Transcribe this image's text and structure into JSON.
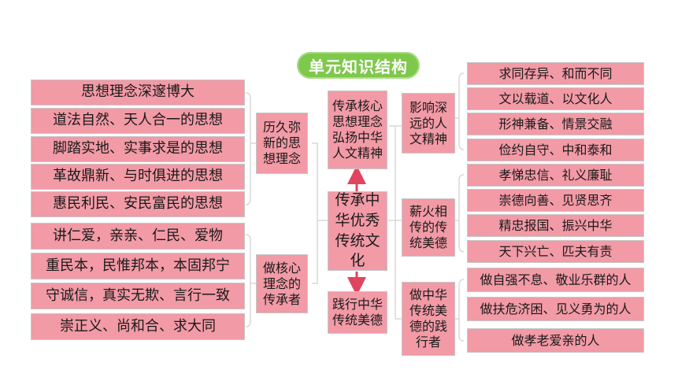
{
  "title": "单元知识结构",
  "center": "传承中华优秀传统文化",
  "top_node": "传承核心思想理念弘扬中华人文精神",
  "bottom_node": "践行中华传统美德",
  "left_group_1": {
    "label": "历久弥新的思想理念",
    "items": [
      "思想理念深邃博大",
      "道法自然、天人合一的思想",
      "脚踏实地、实事求是的思想",
      "革故鼎新、与时俱进的思想",
      "惠民利民、安民富民的思想"
    ]
  },
  "left_group_2": {
    "label": "做核心理念的传承者",
    "items": [
      "讲仁爱，亲亲、仁民、爱物",
      "重民本，民惟邦本，本固邦宁",
      "守诚信，真实无欺、言行一致",
      "崇正义、尚和合、求大同"
    ]
  },
  "right_group_1": {
    "label": "影响深远的人文精神",
    "items": [
      "求同存异、和而不同",
      "文以载道、以文化人",
      "形神兼备、情景交融",
      "俭约自守、中和泰和"
    ]
  },
  "right_group_2": {
    "label": "薪火相传的传统美德",
    "items": [
      "孝悌忠信、礼义廉耻",
      "崇德向善、见贤思齐",
      "精忠报国、振兴中华",
      "天下兴亡、匹夫有责"
    ]
  },
  "right_group_3": {
    "label": "做中华传统美德的践行者",
    "items": [
      "做自强不息、敬业乐群的人",
      "做扶危济困、见义勇为的人",
      "做孝老爱亲的人"
    ]
  }
}
